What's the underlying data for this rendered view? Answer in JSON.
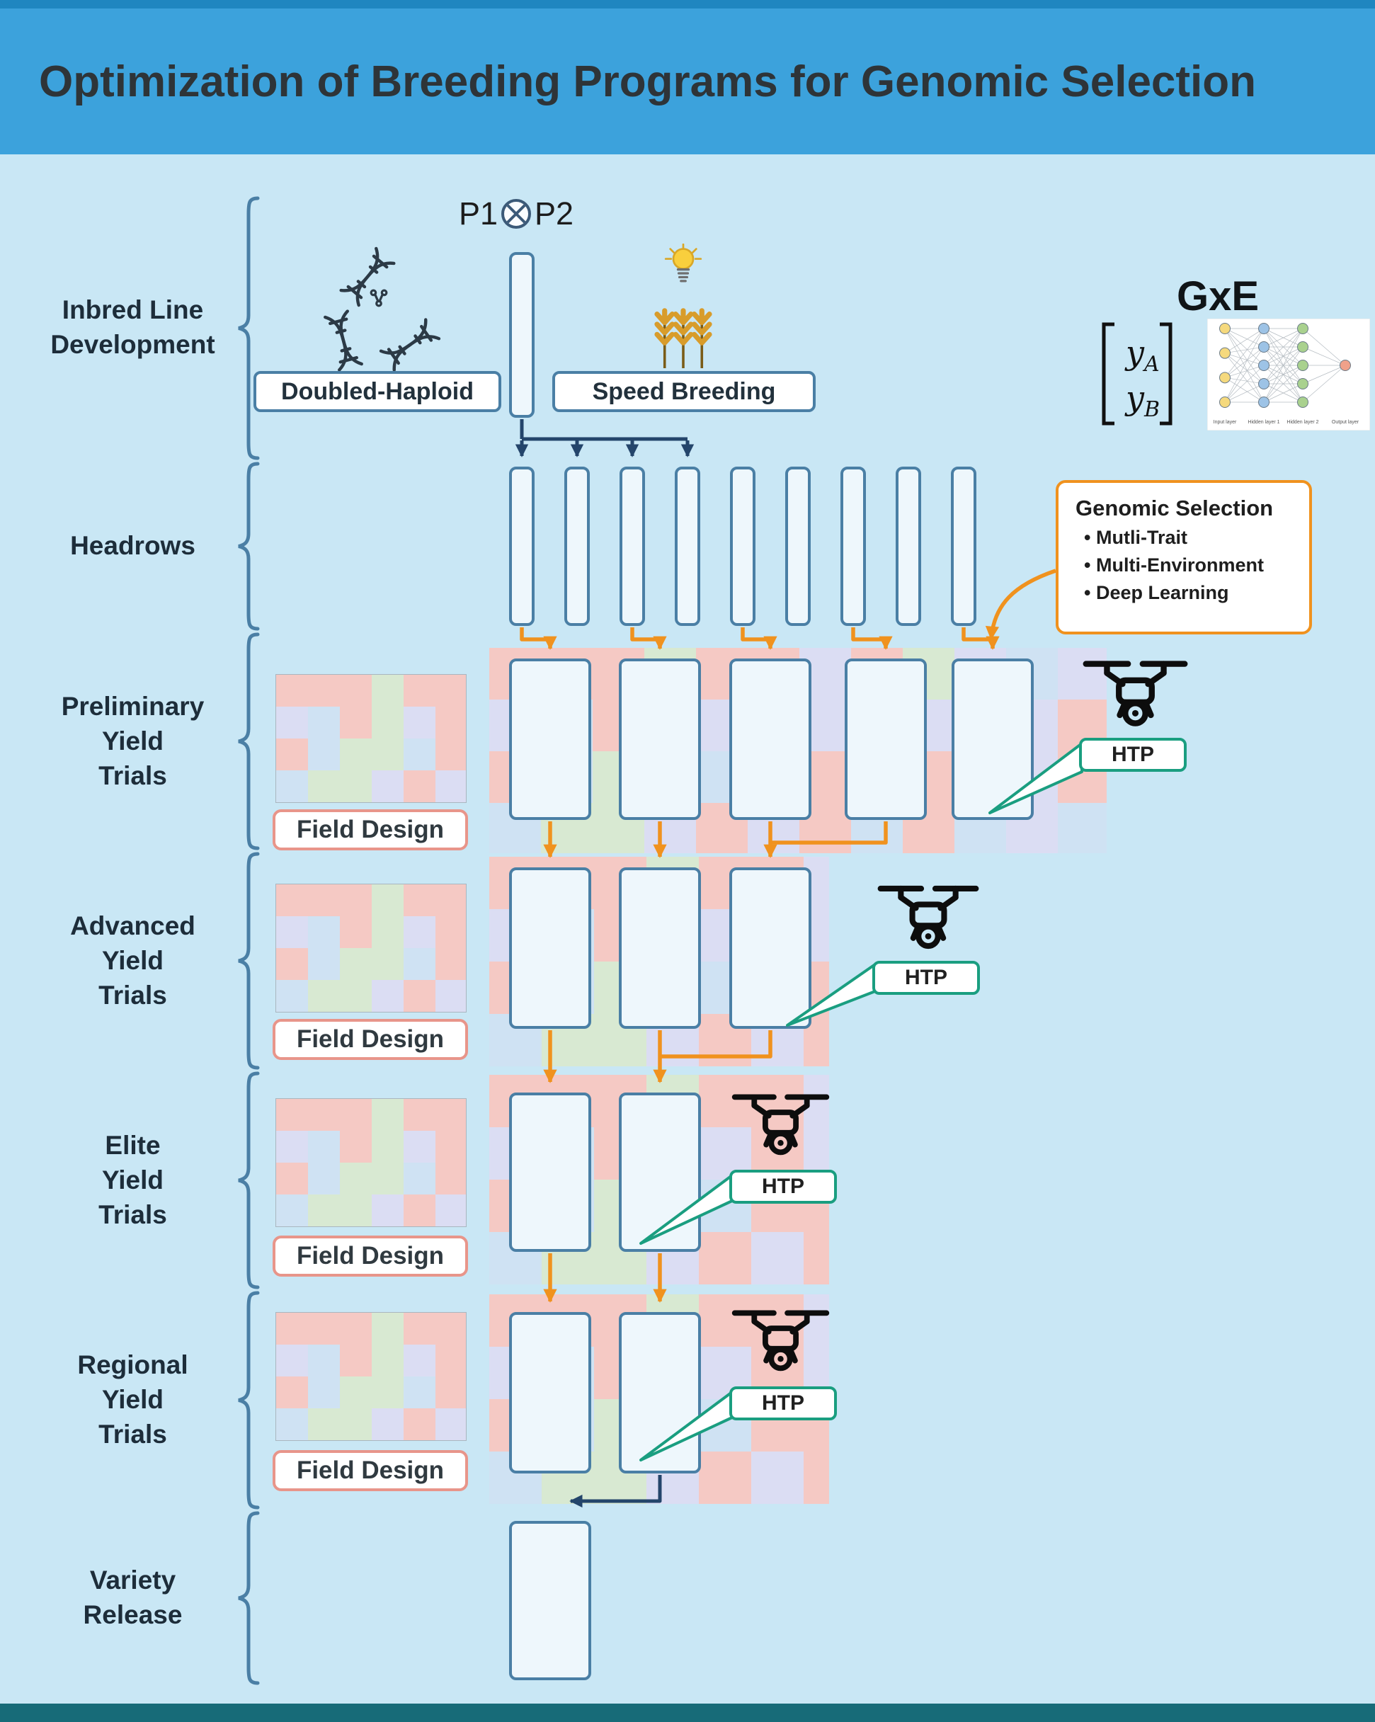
{
  "title": "Optimization of Breeding Programs for Genomic Selection",
  "stages": {
    "inbred": "Inbred Line\nDevelopment",
    "headrows": "Headrows",
    "preliminary": "Preliminary\nYield\nTrials",
    "advanced": "Advanced\nYield\nTrials",
    "elite": "Elite\nYield\nTrials",
    "regional": "Regional\nYield\nTrials",
    "variety": "Variety\nRelease"
  },
  "cross": {
    "p1": "P1",
    "p2": "P2"
  },
  "methods": {
    "doubled_haploid": "Doubled-Haploid",
    "speed_breeding": "Speed Breeding"
  },
  "gxe": {
    "title": "GxE",
    "matrix": {
      "var": "y",
      "sub_a": "A",
      "sub_b": "B"
    }
  },
  "nn": {
    "layers": [
      "Input layer",
      "Hidden layer 1",
      "Hidden layer 2",
      "Output layer"
    ]
  },
  "genomic_selection": {
    "title": "Genomic Selection",
    "items": [
      "Mutli-Trait",
      "Multi-Environment",
      "Deep Learning"
    ]
  },
  "htp": {
    "label": "HTP"
  },
  "field_design": {
    "label": "Field Design"
  },
  "colors": {
    "header": "#3ca2dc",
    "header_top": "#1f86c0",
    "background": "#c9e7f5",
    "footer": "#176b78",
    "navy": "#24456b",
    "orange": "#f0921e",
    "teal": "#1a9e80",
    "salmon": "#e8958a",
    "steel": "#4a7fa5",
    "plot_fill": "#eef7fc",
    "checker": [
      "#f5c9c4",
      "#d8e9d2",
      "#cfe2f3",
      "#dbddf3"
    ],
    "nn_layers": [
      "#f5d97d",
      "#9dc3e6",
      "#a9d18e",
      "#f0a18a"
    ]
  }
}
